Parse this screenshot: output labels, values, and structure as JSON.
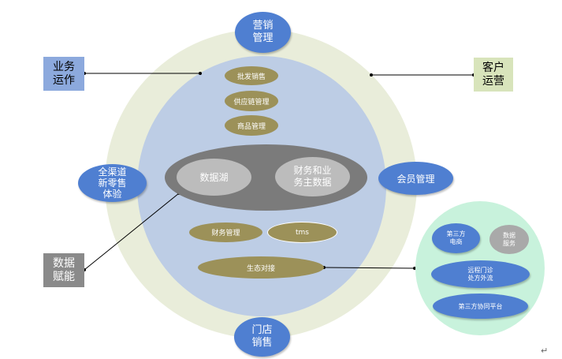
{
  "colors": {
    "outer_ring": "#e9edda",
    "inner_circle": "#bdcde5",
    "blue": "#4f7fd1",
    "olive": "#9c9159",
    "dark_ellipse": "#7b7b7b",
    "light_grey": "#bcbcbc",
    "side_blue": "#8ca9dd",
    "side_green": "#d8e4bb",
    "side_grey": "#8a8a8a",
    "mint": "#c8f2dc"
  },
  "top_node": "营销\n管理",
  "bottom_node": "门店\n销售",
  "left_node": "全渠道\n新零售\n体验",
  "right_node": "会员管理",
  "side_boxes": {
    "business_ops": "业务\n运作",
    "customer_ops": "客户\n运营",
    "data_enable": "数据\n赋能"
  },
  "inner_modules": {
    "wholesale": "批发销售",
    "supply_chain": "供应链管理",
    "goods": "商品管理",
    "finance": "财务管理",
    "tms": "tms",
    "ecosystem": "生态对接"
  },
  "data_core": {
    "data_lake": "数据湖",
    "master_data": "财务和业\n务主数据"
  },
  "third_party": {
    "ecommerce": "第三方\n电商",
    "data_service": "数据\n服务",
    "remote_clinic": "远程门诊\n处方外流",
    "collab_platform": "第三方协同平台"
  },
  "end_mark": "↵"
}
